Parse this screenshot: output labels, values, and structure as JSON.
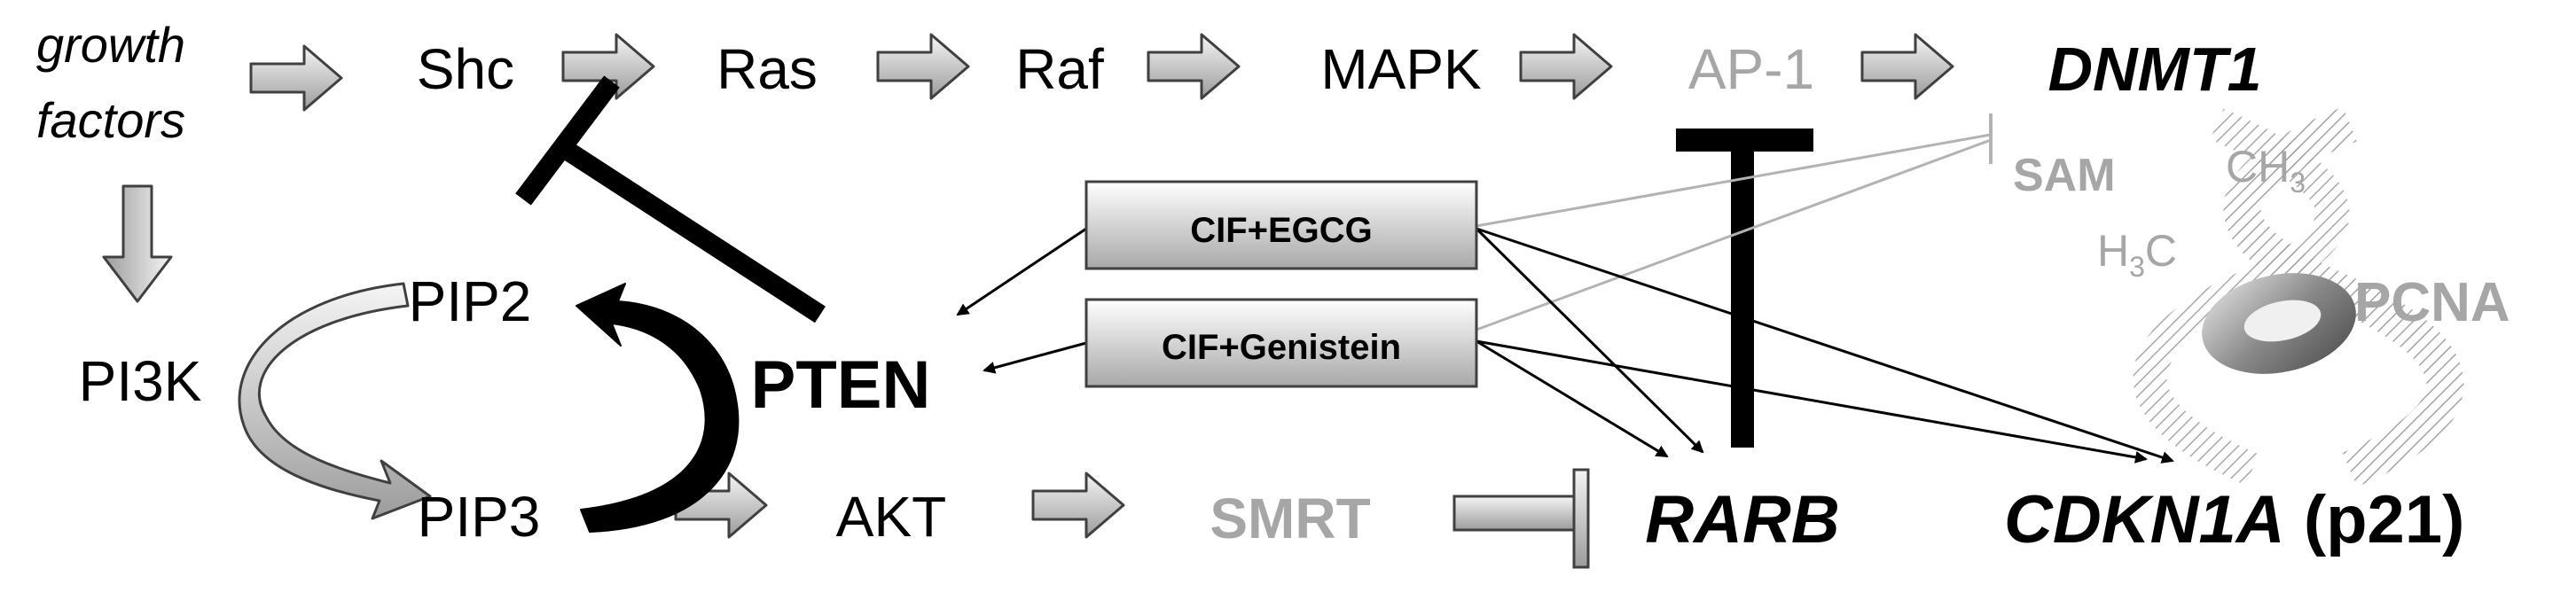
{
  "nodes": {
    "growth_factors_line1": "growth",
    "growth_factors_line2": "factors",
    "shc": "Shc",
    "ras": "Ras",
    "raf": "Raf",
    "mapk": "MAPK",
    "ap1": "AP-1",
    "dnmt1": "DNMT1",
    "sam": "SAM",
    "ch3": "CH",
    "ch3_sub": "3",
    "h3c_h": "H",
    "h3c_sub": "3",
    "h3c_c": "C",
    "pcna": "PCNA",
    "pi3k": "PI3K",
    "pip2": "PIP2",
    "pip3": "PIP3",
    "pten": "PTEN",
    "akt": "AKT",
    "smrt": "SMRT",
    "rarb": "RARB",
    "cdkn1a": "CDKN1A",
    "p21": " (p21)"
  },
  "treatments": {
    "cif_egcg": "CIF+EGCG",
    "cif_genistein": "CIF+Genistein"
  },
  "colors": {
    "text_dark": "#000000",
    "text_muted": "#a6a6a6",
    "arrow_fill_light": "#f2f2f2",
    "arrow_fill_dark": "#a6a6a6",
    "arrow_stroke": "#404040",
    "box_fill_top": "#ffffff",
    "box_fill_bottom": "#b0b0b0",
    "inhibition_bar": "#000000",
    "muted_line": "#b3b3b3"
  }
}
